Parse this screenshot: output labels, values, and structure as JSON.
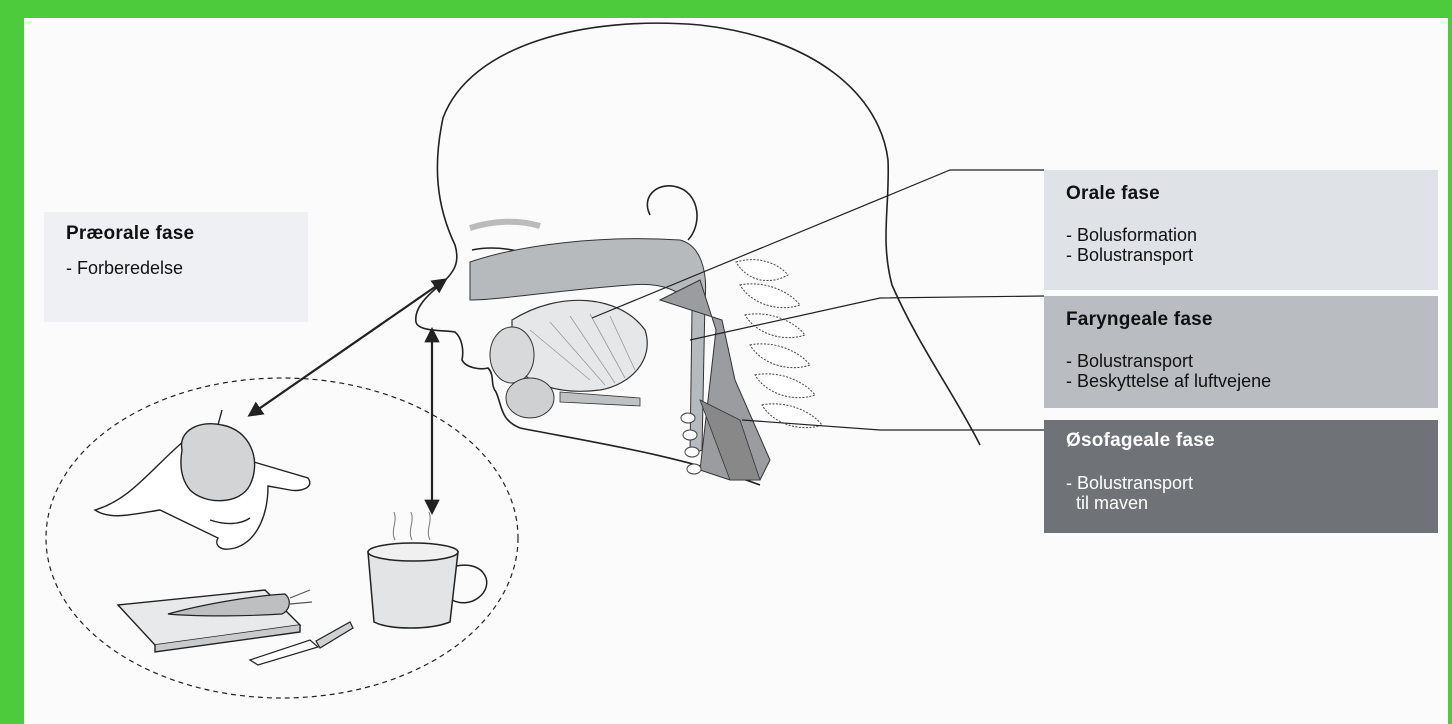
{
  "colors": {
    "frame": "#4ecb3c",
    "box_preoral": "#eef0f3",
    "box_oral": "#dfe3e8",
    "box_pharyngeal": "#b9bdc2",
    "box_esophageal": "#6f7276",
    "tract_fill": "#9a9c9f"
  },
  "phases": {
    "preoral": {
      "title": "Præorale fase",
      "items": [
        "- Forberedelse"
      ]
    },
    "oral": {
      "title": "Orale fase",
      "items": [
        "- Bolusformation",
        "- Bolustransport"
      ]
    },
    "pharyngeal": {
      "title": "Faryngeale fase",
      "items": [
        "- Bolustransport",
        "- Beskyttelse af luftvejene"
      ]
    },
    "esophageal": {
      "title": "Øsofageale fase",
      "items": [
        "- Bolustransport",
        "  til maven"
      ]
    }
  },
  "illustration": {
    "head": "head-profile-icon",
    "food_group": [
      "apple-in-hand-icon",
      "cup-icon",
      "cutting-board-icon",
      "carrot-icon",
      "knife-icon"
    ]
  }
}
